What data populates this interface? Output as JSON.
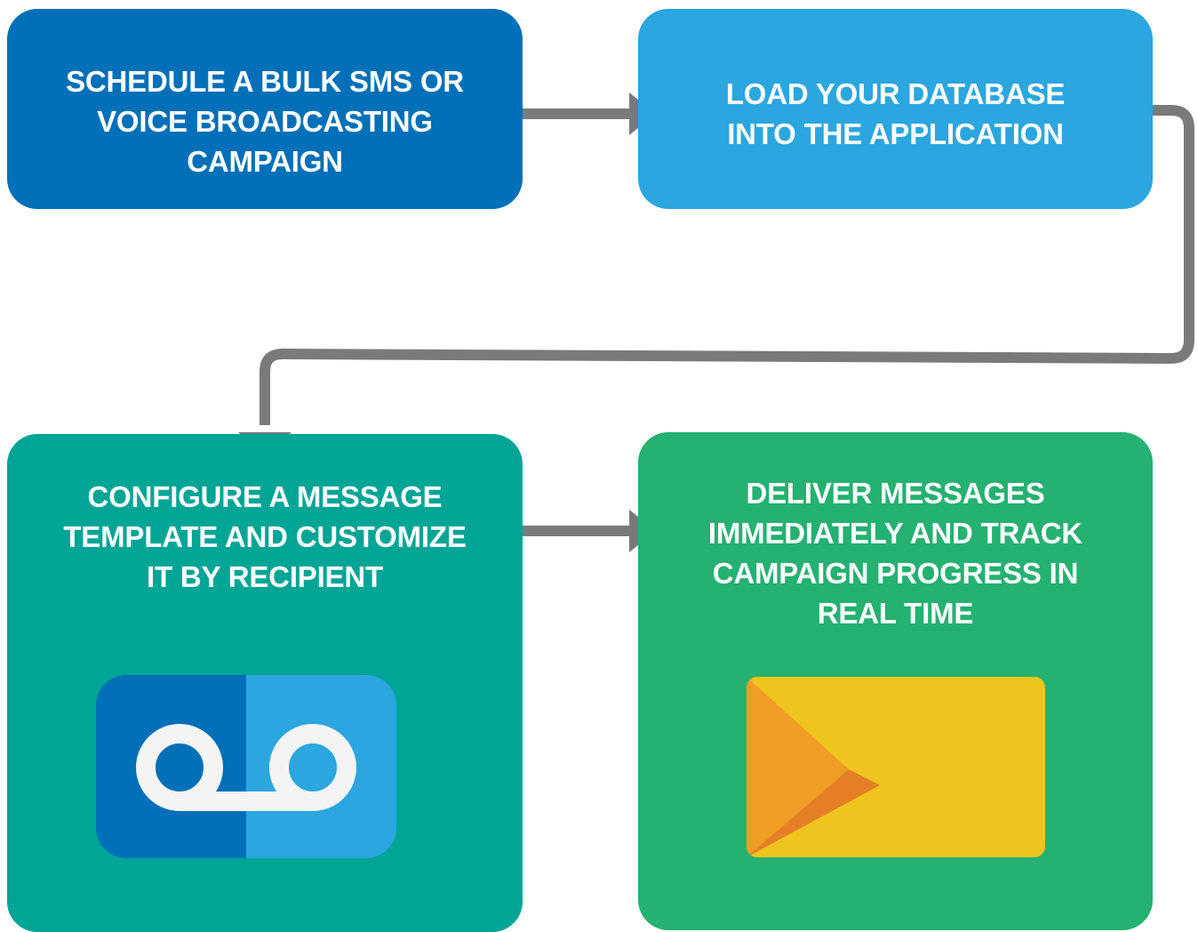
{
  "steps": [
    {
      "id": "schedule",
      "text": "SCHEDULE A BULK SMS OR\nVOICE BROADCASTING\nCAMPAIGN",
      "color": "#0170b8"
    },
    {
      "id": "load-database",
      "text": "LOAD YOUR DATABASE\nINTO THE APPLICATION",
      "color": "#2ba6df"
    },
    {
      "id": "configure-template",
      "text": "CONFIGURE A MESSAGE\nTEMPLATE AND CUSTOMIZE\nIT BY RECIPIENT",
      "color": "#01a596"
    },
    {
      "id": "deliver",
      "text": "DELIVER MESSAGES\nIMMEDIATELY AND TRACK\nCAMPAIGN PROGRESS IN\nREAL TIME",
      "color": "#24b171"
    }
  ],
  "icons": {
    "step3": "voicemail-icon",
    "step4": "envelope-icon"
  },
  "colors": {
    "connector": "#7a7a7a",
    "voicemail_left": "#0170b8",
    "voicemail_right": "#2ba6df",
    "voicemail_symbol": "#f4f4f4",
    "envelope_back": "#efc41e",
    "envelope_left_flap": "#ef9d24",
    "envelope_front": "#e57f26"
  }
}
